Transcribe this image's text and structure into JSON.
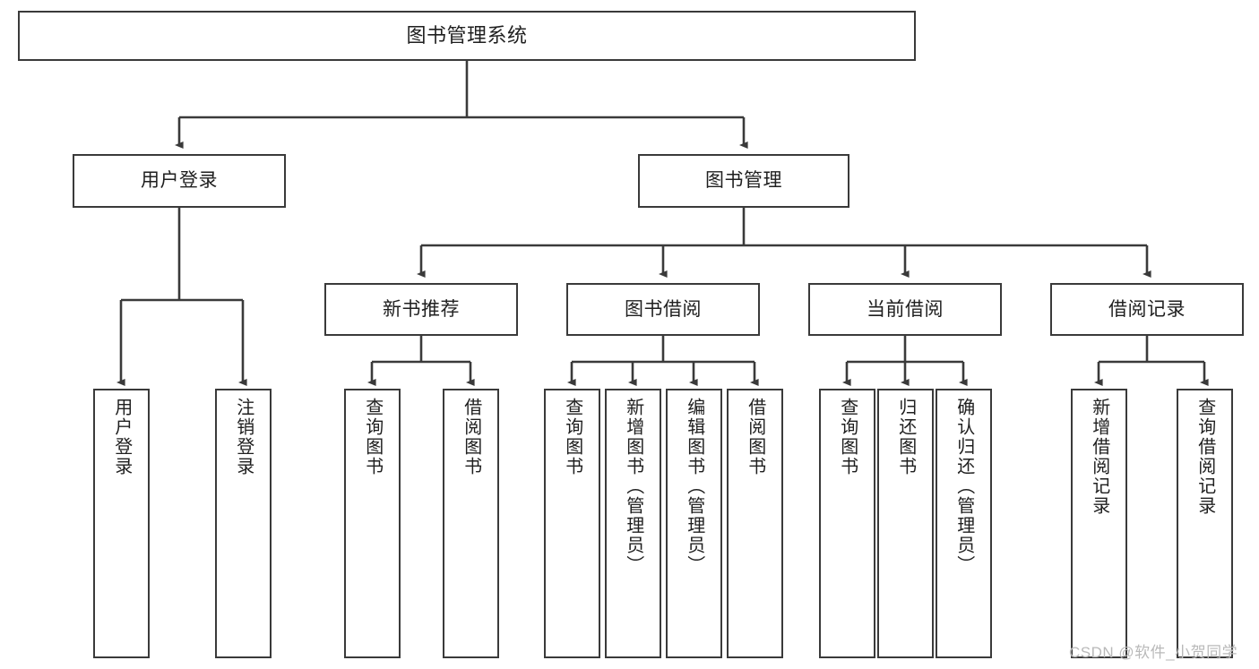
{
  "diagram": {
    "title": "图书管理系统",
    "type": "hierarchy-tree",
    "watermark": "CSDN @软件_小贺同学",
    "colors": {
      "stroke": "#3a3a3a",
      "fill": "#ffffff",
      "text": "#1f1f1f",
      "watermark": "#b9b9b9"
    },
    "nodes": {
      "root": {
        "label": "图书管理系统"
      },
      "level1": [
        {
          "id": "user_login",
          "label": "用户登录"
        },
        {
          "id": "book_manage",
          "label": "图书管理"
        }
      ],
      "level2": [
        {
          "id": "new_book_rec",
          "label": "新书推荐"
        },
        {
          "id": "book_borrow",
          "label": "图书借阅"
        },
        {
          "id": "current_borrow",
          "label": "当前借阅"
        },
        {
          "id": "borrow_record",
          "label": "借阅记录"
        }
      ],
      "leaves": {
        "user_login": [
          {
            "id": "leaf_user_login",
            "label": "用户登录"
          },
          {
            "id": "leaf_logout",
            "label": "注销登录"
          }
        ],
        "new_book_rec": [
          {
            "id": "leaf_query_book_1",
            "label": "查询图书"
          },
          {
            "id": "leaf_borrow_book_1",
            "label": "借阅图书"
          }
        ],
        "book_borrow": [
          {
            "id": "leaf_query_book_2",
            "label": "查询图书"
          },
          {
            "id": "leaf_add_book",
            "label": "新增图书（管理员）"
          },
          {
            "id": "leaf_edit_book",
            "label": "编辑图书（管理员）"
          },
          {
            "id": "leaf_borrow_book_2",
            "label": "借阅图书"
          }
        ],
        "current_borrow": [
          {
            "id": "leaf_query_book_3",
            "label": "查询图书"
          },
          {
            "id": "leaf_return_book",
            "label": "归还图书"
          },
          {
            "id": "leaf_confirm_return",
            "label": "确认归还（管理员）"
          }
        ],
        "borrow_record": [
          {
            "id": "leaf_add_record",
            "label": "新增借阅记录"
          },
          {
            "id": "leaf_query_record",
            "label": "查询借阅记录"
          }
        ]
      }
    }
  }
}
